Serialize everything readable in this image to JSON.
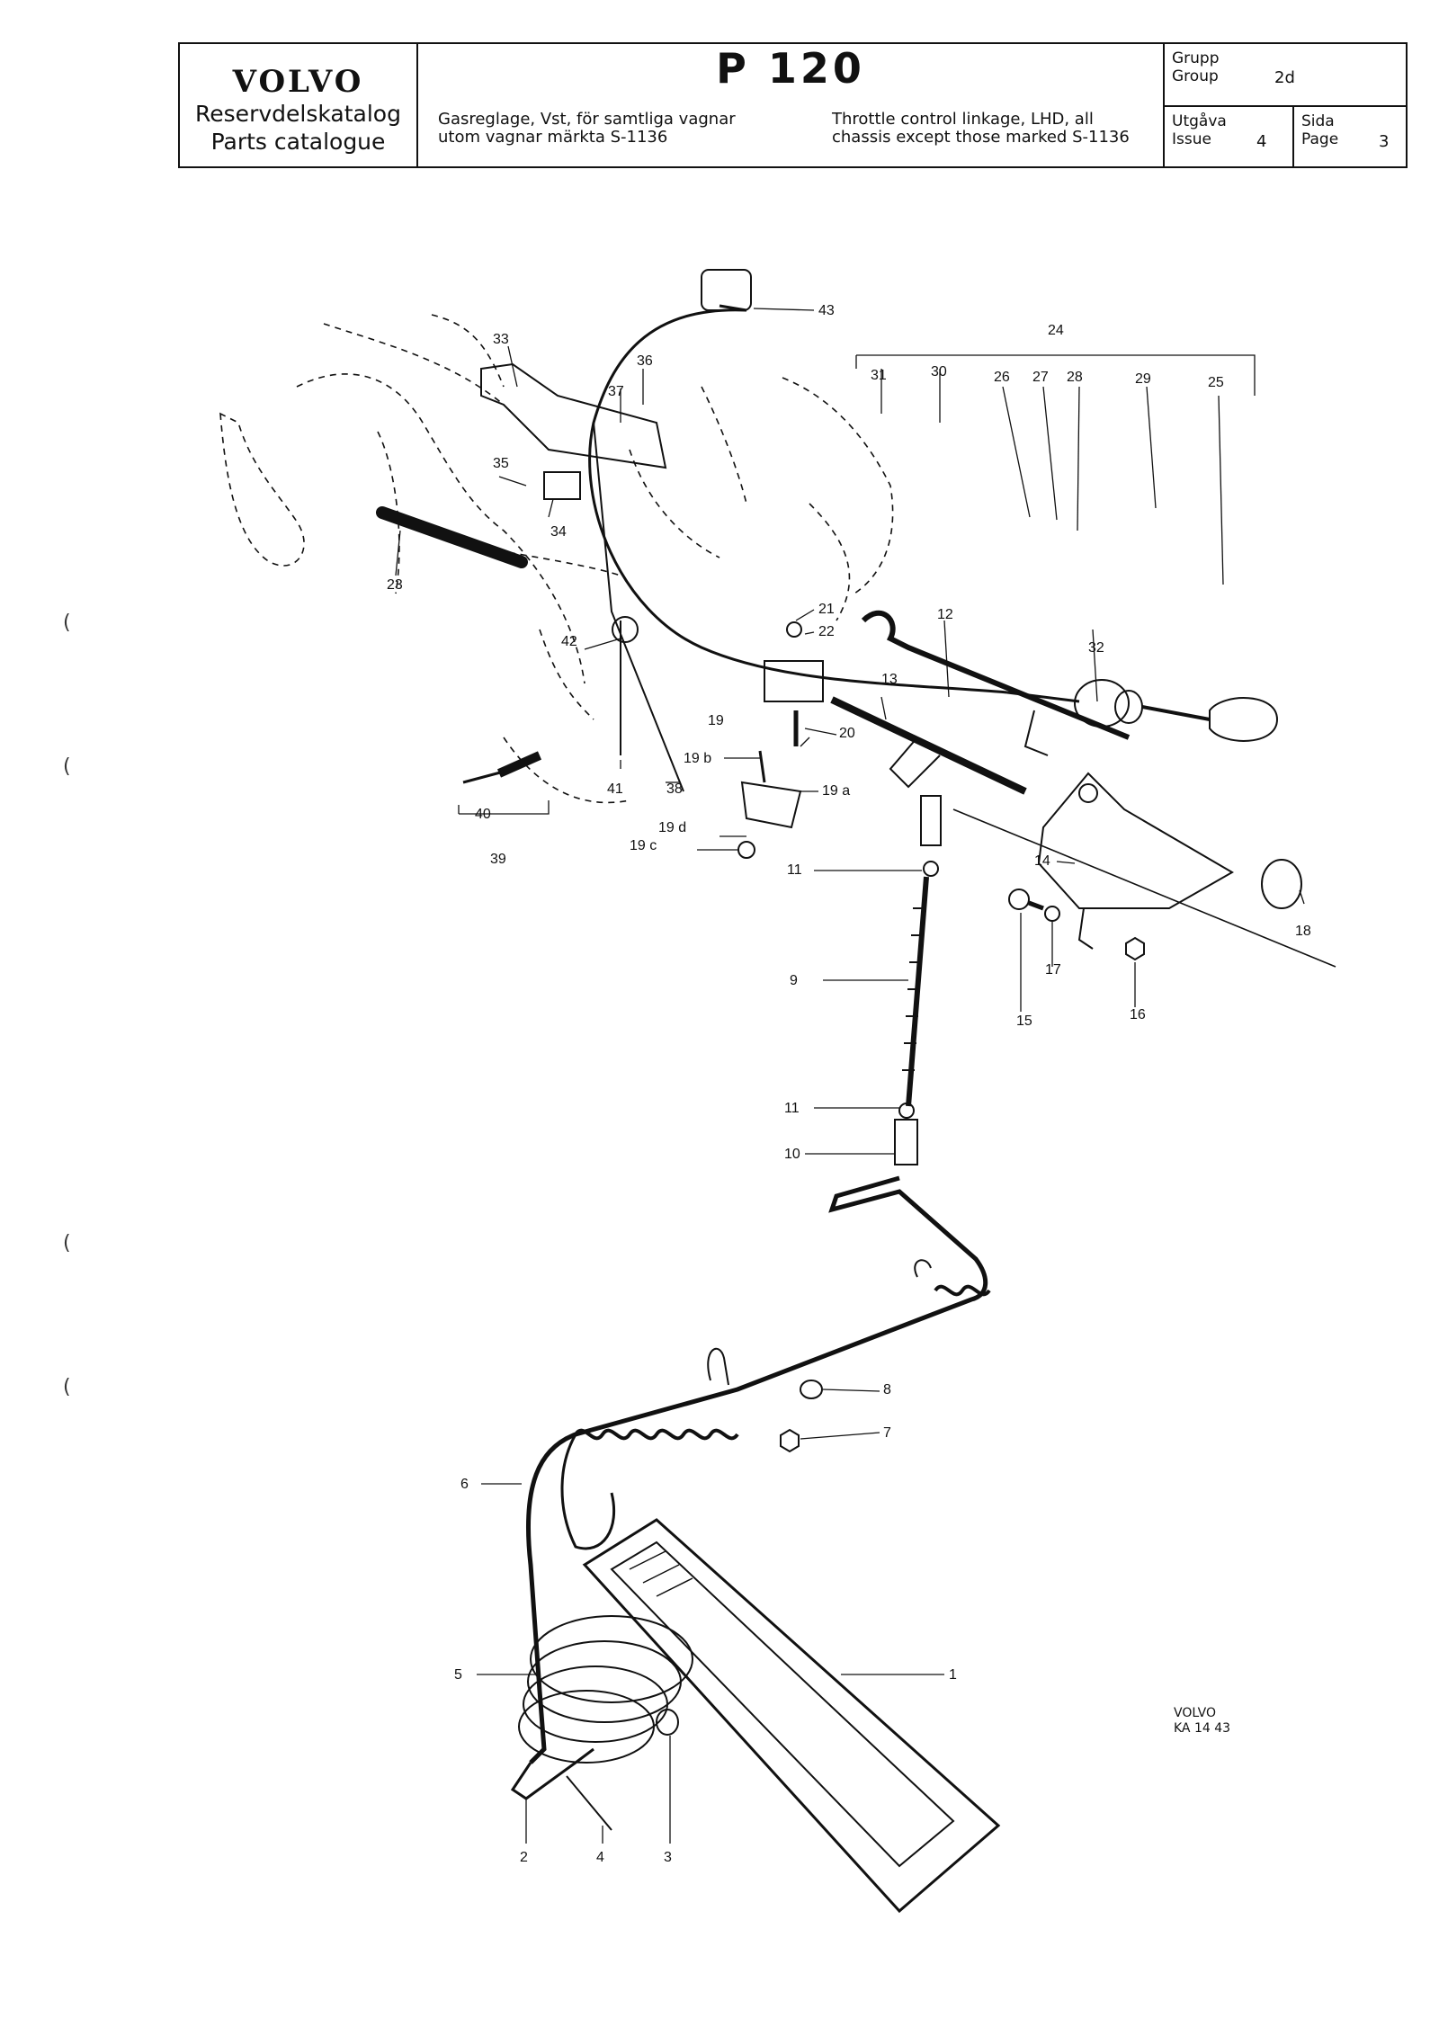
{
  "header": {
    "brand": "VOLVO",
    "catalog_sv": "Reservdelskatalog",
    "catalog_en": "Parts catalogue",
    "model": "P 120",
    "title_sv_line1": "Gasreglage, Vst, för samtliga vagnar",
    "title_sv_line2": "utom vagnar märkta S-1136",
    "title_en_line1": "Throttle control linkage, LHD, all",
    "title_en_line2": "chassis except those marked S-1136",
    "group_sv": "Grupp",
    "group_en": "Group",
    "group_value": "2d",
    "issue_sv": "Utgåva",
    "issue_en": "Issue",
    "issue_value": "4",
    "page_sv": "Sida",
    "page_en": "Page",
    "page_value": "3"
  },
  "callouts": [
    "43",
    "24",
    "33",
    "36",
    "37",
    "31",
    "30",
    "26",
    "27",
    "28",
    "29",
    "25",
    "35",
    "34",
    "23",
    "21",
    "22",
    "12",
    "32",
    "42",
    "13",
    "19",
    "20",
    "19 b",
    "41",
    "38",
    "19 a",
    "40",
    "39",
    "19 d",
    "19 c",
    "11",
    "14",
    "18",
    "15",
    "17",
    "16",
    "9",
    "11",
    "10",
    "8",
    "7",
    "6",
    "5",
    "1",
    "2",
    "4",
    "3"
  ],
  "footer": {
    "line1": "VOLVO",
    "line2": "KA 14 43"
  }
}
